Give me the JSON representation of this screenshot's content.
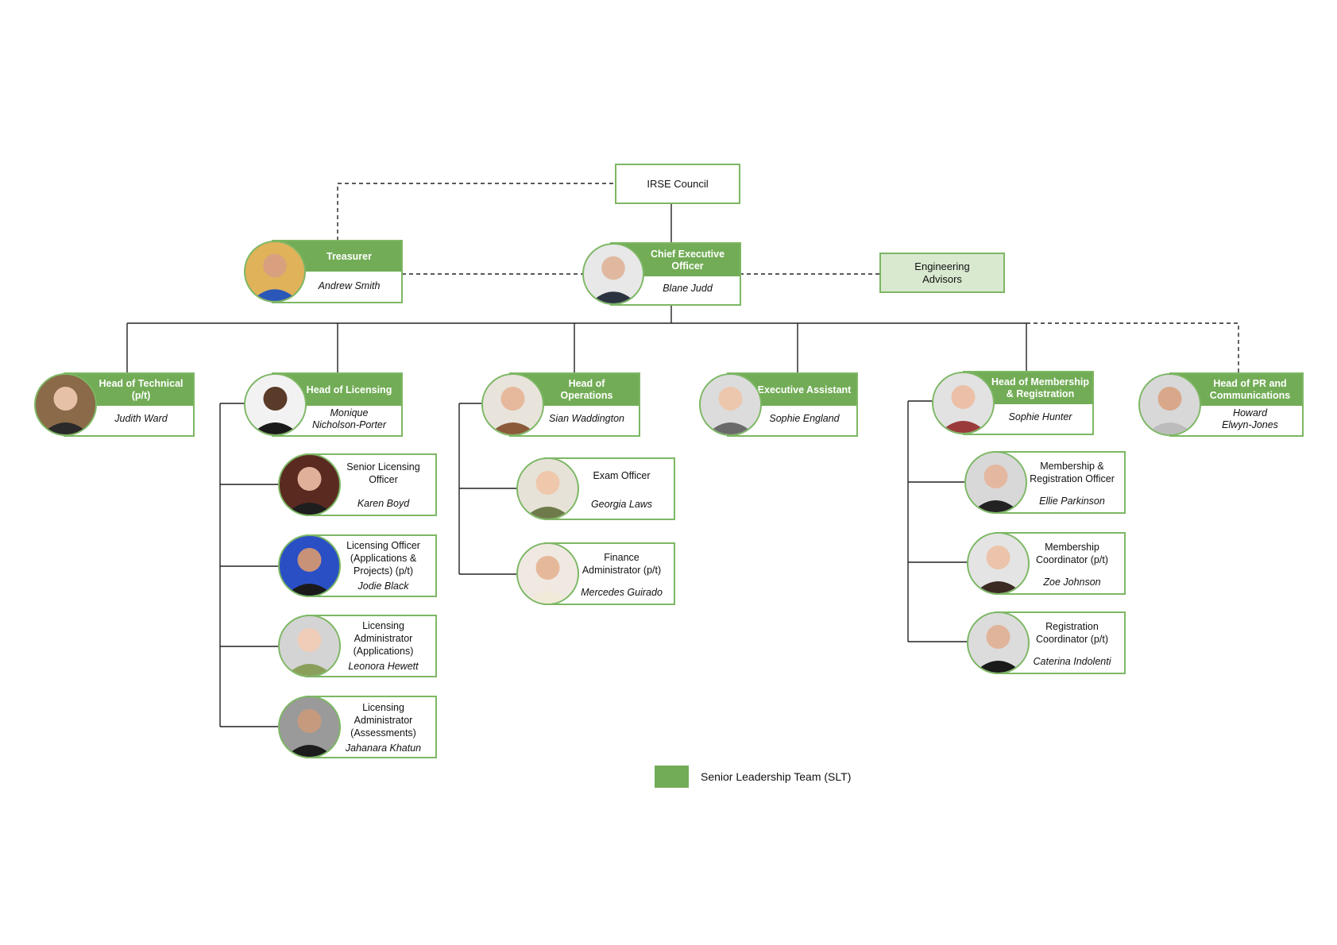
{
  "colors": {
    "border": "#7db764",
    "header": "#72ac56",
    "advisor_fill": "#d9e9d0"
  },
  "council": {
    "label": "IRSE Council"
  },
  "engineering_advisors": {
    "label": "Engineering\nAdvisors"
  },
  "treasurer": {
    "role": "Treasurer",
    "name": "Andrew Smith"
  },
  "ceo": {
    "role": "Chief Executive\nOfficer",
    "name": "Blane Judd"
  },
  "heads": [
    {
      "role": "Head of Technical\n(p/t)",
      "name": "Judith Ward"
    },
    {
      "role": "Head of Licensing",
      "name": "Monique\nNicholson-Porter"
    },
    {
      "role": "Head of\nOperations",
      "name": "Sian Waddington"
    },
    {
      "role": "Executive Assistant",
      "name": "Sophie England"
    },
    {
      "role": "Head of Membership\n& Registration",
      "name": "Sophie Hunter"
    },
    {
      "role": "Head of PR and\nCommunications",
      "name": "Howard\nElwyn-Jones"
    }
  ],
  "licensing_team": [
    {
      "role": "Senior Licensing\nOfficer",
      "name": "Karen Boyd"
    },
    {
      "role": "Licensing Officer\n(Applications &\nProjects) (p/t)",
      "name": "Jodie Black"
    },
    {
      "role": "Licensing\nAdministrator\n(Applications)",
      "name": "Leonora Hewett"
    },
    {
      "role": "Licensing\nAdministrator\n(Assessments)",
      "name": "Jahanara Khatun"
    }
  ],
  "operations_team": [
    {
      "role": "Exam Officer",
      "name": "Georgia Laws"
    },
    {
      "role": "Finance\nAdministrator (p/t)",
      "name": "Mercedes Guirado"
    }
  ],
  "membership_team": [
    {
      "role": "Membership &\nRegistration Officer",
      "name": "Ellie Parkinson"
    },
    {
      "role": "Membership\nCoordinator (p/t)",
      "name": "Zoe Johnson"
    },
    {
      "role": "Registration\nCoordinator (p/t)",
      "name": "Caterina Indolenti"
    }
  ],
  "legend": {
    "label": "Senior Leadership Team (SLT)"
  }
}
